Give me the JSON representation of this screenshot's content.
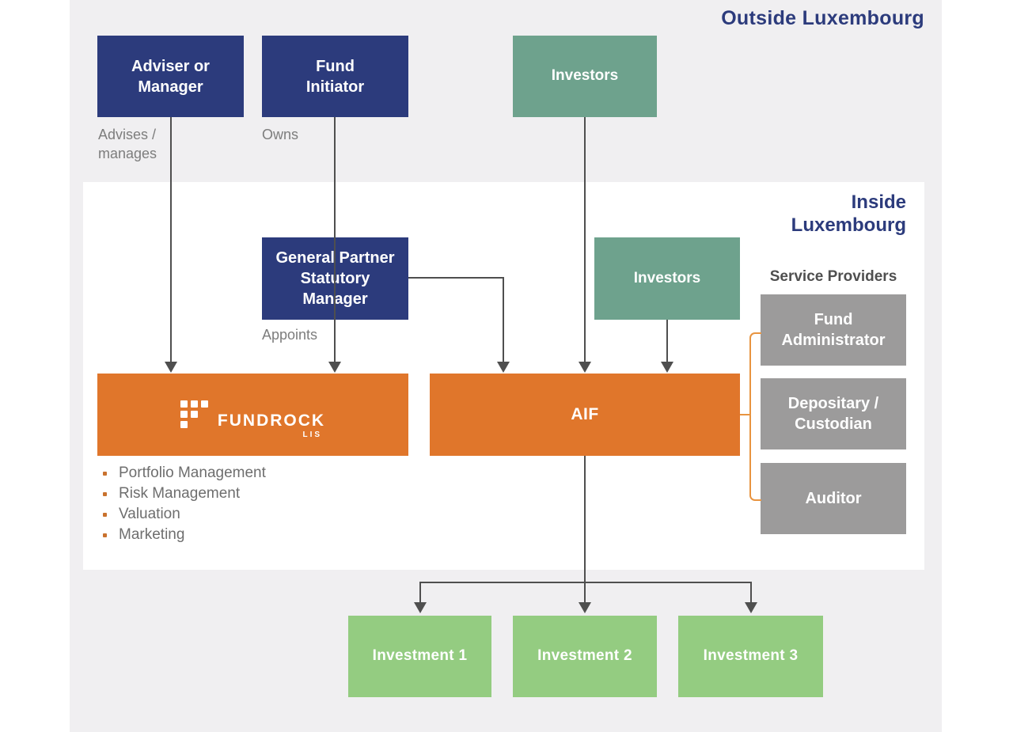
{
  "titles": {
    "outside": "Outside Luxembourg",
    "inside": "Inside\nLuxembourg"
  },
  "nodes": {
    "adviser": {
      "label": "Adviser or\nManager"
    },
    "fund_initiator": {
      "label": "Fund\nInitiator"
    },
    "investors_outside": {
      "label": "Investors"
    },
    "general_partner": {
      "label": "General Partner\nStatutory\nManager"
    },
    "investors_inside": {
      "label": "Investors"
    },
    "fundrock": {
      "brand": "FUNDROCK",
      "sub": "LIS"
    },
    "aif": {
      "label": "AIF"
    },
    "fund_administrator": {
      "label": "Fund\nAdministrator"
    },
    "depositary": {
      "label": "Depositary /\nCustodian"
    },
    "auditor": {
      "label": "Auditor"
    },
    "investment1": {
      "label": "Investment 1"
    },
    "investment2": {
      "label": "Investment 2"
    },
    "investment3": {
      "label": "Investment 3"
    }
  },
  "edge_labels": {
    "advises": "Advises /\nmanages",
    "owns": "Owns",
    "appoints": "Appoints"
  },
  "service_providers_heading": "Service Providers",
  "fundrock_services": [
    "Portfolio Management",
    "Risk Management",
    "Valuation",
    "Marketing"
  ],
  "colors": {
    "navy": "#2c3b7c",
    "teal_green": "#6ea28d",
    "orange": "#e0762b",
    "service_gray": "#9c9b9b",
    "light_green": "#94cc81",
    "connector_gray": "#4f4f4f",
    "bracket_orange": "#e89440",
    "label_gray": "#7d7d7d",
    "bullet_orange": "#c9722e",
    "background_gray": "#f0eff1",
    "panel_white": "#ffffff"
  }
}
